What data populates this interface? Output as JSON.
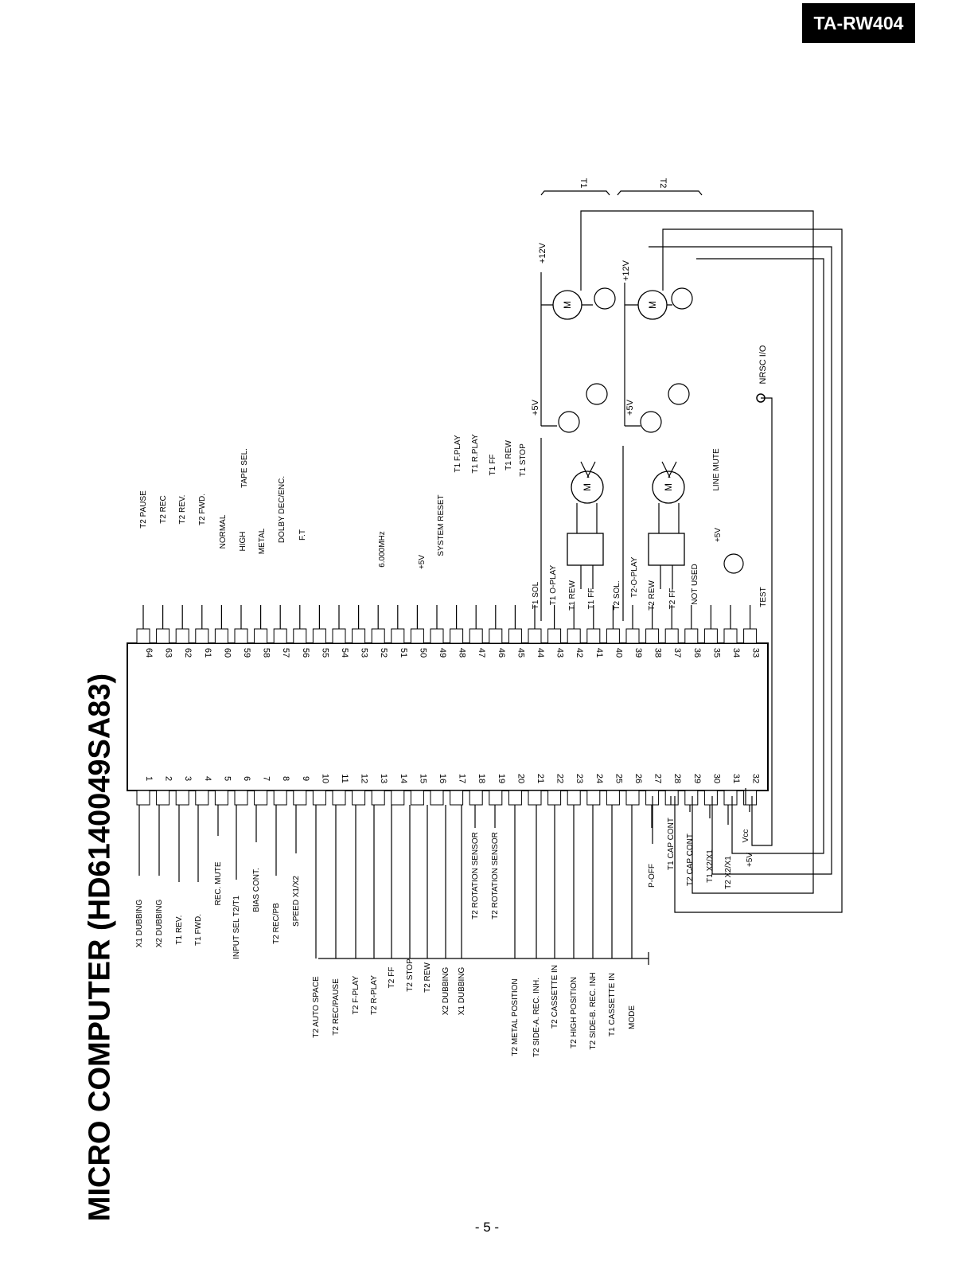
{
  "header": {
    "model": "TA-RW404"
  },
  "title": "MICRO COMPUTER (HD6140049SA83)",
  "page_number": "- 5 -",
  "chip": {
    "bottom_pins": [
      "1",
      "2",
      "3",
      "4",
      "5",
      "6",
      "7",
      "8",
      "9",
      "10",
      "11",
      "12",
      "13",
      "14",
      "15",
      "16",
      "17",
      "18",
      "19",
      "20",
      "21",
      "22",
      "23",
      "24",
      "25",
      "26",
      "27",
      "28",
      "29",
      "30",
      "31",
      "32"
    ],
    "top_pins": [
      "64",
      "63",
      "62",
      "61",
      "60",
      "59",
      "58",
      "57",
      "56",
      "55",
      "54",
      "53",
      "52",
      "51",
      "50",
      "49",
      "48",
      "47",
      "46",
      "45",
      "44",
      "43",
      "42",
      "41",
      "40",
      "39",
      "38",
      "37",
      "36",
      "35",
      "34",
      "33"
    ]
  },
  "left_labels": [
    "X1 DUBBING",
    "X2 DUBBING",
    "T1 REV.",
    "T1 FWD.",
    "REC. MUTE",
    "INPUT SEL T2/T1",
    "BIAS CONT.",
    "T2 REC/PB",
    "SPEED X1/X2",
    "T2 ROTATION SENSOR",
    "T2 ROTATION SENSOR",
    "P-OFF",
    "T1 CAP CONT",
    "T2 CAP CONT",
    "T1 X2/X1",
    "T2 X2/X1",
    "Vcc",
    "+5V"
  ],
  "switch_labels": [
    "T2 AUTO SPACE",
    "T2 REC/PAUSE",
    "T2 F-PLAY",
    "T2 R-PLAY",
    "T2 FF",
    "T2 STOP",
    "T2 REW",
    "X2 DUBBING",
    "X1 DUBBING",
    "T2 METAL POSITION",
    "T2 SIDE-A. REC. INH.",
    "T2 CASSETTE IN",
    "T2 HIGH POSITION",
    "T2 SIDE-B. REC. INH",
    "T1 CASSETTE IN",
    "MODE"
  ],
  "top_labels": [
    "T2 PAUSE",
    "T2 REC",
    "T2 REV.",
    "T2 FWD.",
    "NORMAL",
    "HIGH",
    "METAL",
    "TAPE SEL.",
    "DOLBY DEC/ENC.",
    "F.T",
    "6.000MHz",
    "+5V",
    "SYSTEM RESET",
    "T1 F.PLAY",
    "T1 R.PLAY",
    "T1 FF",
    "T1 REW",
    "T1 STOP",
    "T1 SOL",
    "T1 O-PLAY",
    "T1 REW",
    "T1 FF",
    "T2 SOL.",
    "T2-O-PLAY",
    "T2 REW",
    "T2 FF",
    "NOT USED",
    "LINE MUTE",
    "TEST",
    "+5V"
  ],
  "right_labels": {
    "t1": "T1",
    "t2": "T2",
    "v12_a": "+12V",
    "v12_b": "+12V",
    "v5_a": "+5V",
    "v5_b": "+5V",
    "motor": "M",
    "nrsc": "NRSC I/O"
  }
}
